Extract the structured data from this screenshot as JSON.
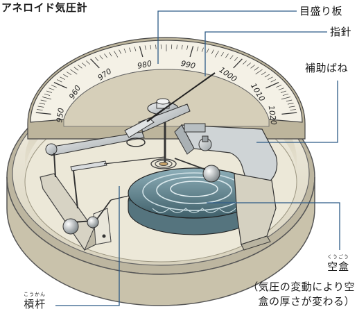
{
  "title": "アネロイド気圧計",
  "labels": {
    "dial": "目盛り板",
    "pointer": "指針",
    "spring": "補助ばね",
    "box": {
      "kanji": [
        "空",
        "盒"
      ],
      "ruby": [
        "くう",
        "ごう"
      ]
    },
    "box_note_line1": "（気圧の変動により空",
    "box_note_line2": "盒の厚さが変わる）",
    "lever": {
      "kanji": [
        "槓",
        "杆"
      ],
      "ruby": [
        "こう",
        "かん"
      ]
    }
  },
  "scale": {
    "ticks": [
      "950",
      "960",
      "970",
      "980",
      "990",
      "1000",
      "1010",
      "1020"
    ]
  },
  "colors": {
    "case": "#eeeadb",
    "case_dark": "#bfb8a2",
    "dial": "#e9e4d2",
    "metal": "#c9cdcf",
    "metal_dark": "#8c9396",
    "capsule": "#6f8f9a",
    "capsule_dark": "#44626d",
    "leader": "#2c5a86",
    "line": "#3a3a3a"
  }
}
